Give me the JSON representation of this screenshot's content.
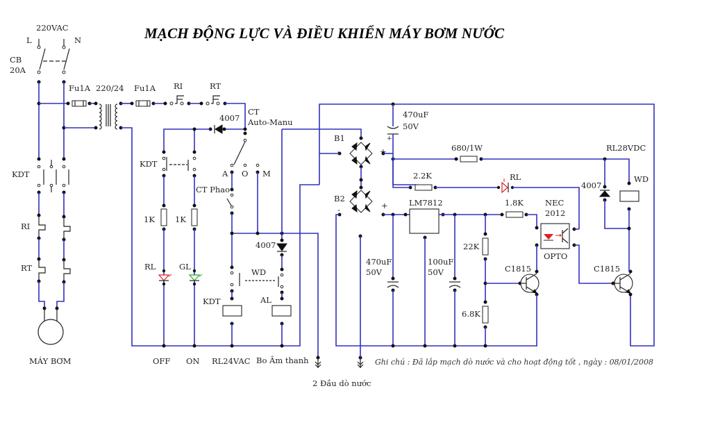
{
  "title": "MẠCH ĐỘNG LỰC VÀ ĐIỀU KHIỂN MÁY BƠM NƯỚC",
  "colors": {
    "wire": "#3030c0",
    "red_led": "#e02020",
    "green_led": "#20b020",
    "component": "#222222"
  },
  "power": {
    "supply": "220VAC",
    "line": "L",
    "neutral": "N",
    "breaker": "CB",
    "breaker_rating": "20A",
    "contactor": "KDT",
    "overload1": "RI",
    "overload2": "RT",
    "motor": "MÁY BƠM"
  },
  "control": {
    "fuse1": "Fu1A",
    "transformer": "220/24",
    "fuse2": "Fu1A",
    "ri": "RI",
    "rt": "RT",
    "selector_line1": "CT",
    "selector_line2": "Auto-Manu",
    "diode_top": "4007",
    "kdt_aux": "KDT",
    "pos_a": "A",
    "pos_o": "O",
    "pos_m": "M",
    "float_switch": "CT Phao",
    "res1": "1K",
    "res2": "1K",
    "led_red": "RL",
    "led_green": "GL",
    "diode_mid": "4007",
    "wd_contact": "WD",
    "kdt_coil": "KDT",
    "al_coil": "AL",
    "off_label": "OFF",
    "on_label": "ON",
    "relay_label": "RL24VAC",
    "sound_label": "Bo Âm thanh",
    "probes_label": "2 Đầu dò nước"
  },
  "sensor": {
    "b1": "B1",
    "b2": "B2",
    "cap1_val": "470uF",
    "cap1_v": "50V",
    "r680": "680/1W",
    "r22k": "2.2K",
    "led_rl": "RL",
    "reg": "LM7812",
    "r18k": "1.8K",
    "opto_line1": "NEC",
    "opto_line2": "2012",
    "opto": "OPTO",
    "cap2_val": "470uF",
    "cap2_v": "50V",
    "cap3_val": "100uF",
    "cap3_v": "50V",
    "r22kb": "22K",
    "r68k": "6.8K",
    "q1": "C1815",
    "q2": "C1815",
    "relay": "RL28VDC",
    "diode_relay": "4007",
    "wd": "WD",
    "plus": "+",
    "minus": "-"
  },
  "note": "Ghi chú : Đã lắp mạch dò nước và cho hoạt động tốt , ngày : 08/01/2008"
}
